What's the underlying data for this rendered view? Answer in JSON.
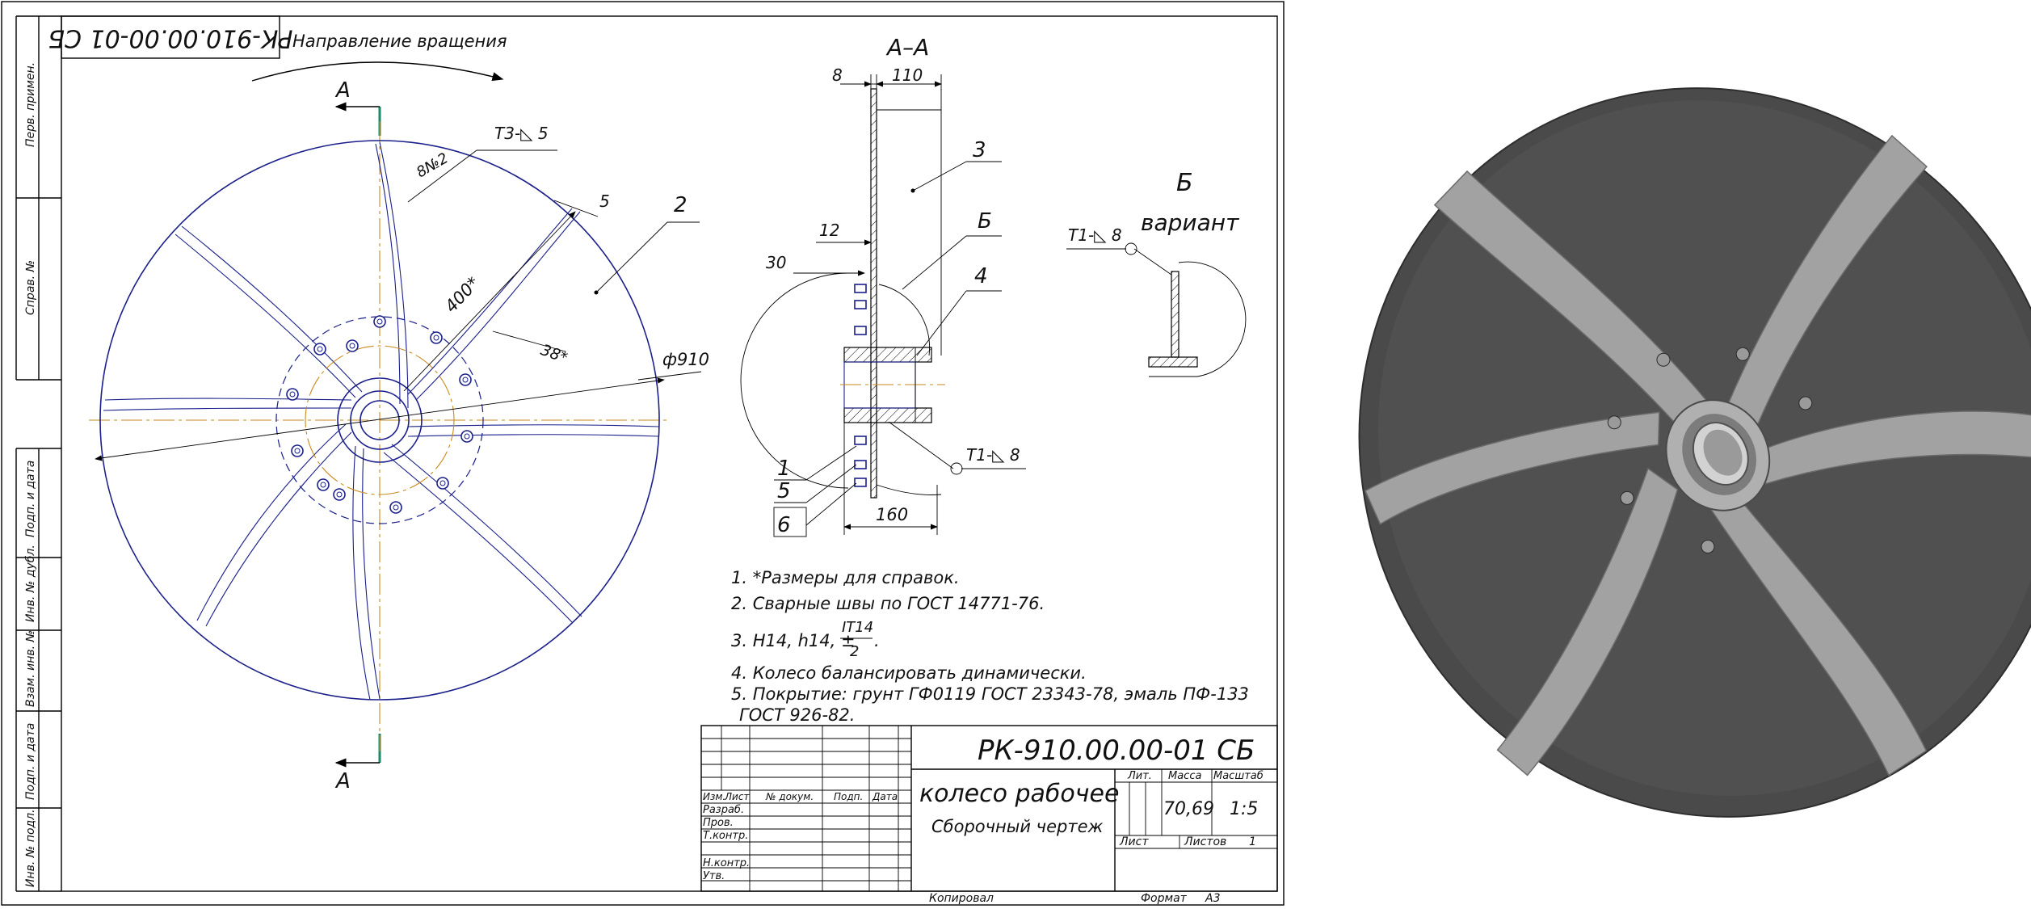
{
  "drawing": {
    "side_stamp_code": "РК-910.00.00-01 СБ",
    "rotation_label": "Направление вращения",
    "section_marker": "А",
    "section_title": "А–А",
    "detail_letter": "Б",
    "variant_label": "вариант",
    "side_strip": [
      "Перв. примен.",
      "Справ. №",
      "Подп. и дата",
      "Инв. № дубл.",
      "Взам. инв. №",
      "Подп. и дата",
      "Инв. № подл."
    ],
    "labels": {
      "weld_top": "Т3-◺ 5",
      "weld_t1": "Т1-◺ 8",
      "weld_t1_detail": "Т1-◺ 8",
      "blade_thickness": "8№2",
      "dim_5": "5",
      "dim_400": "400*",
      "dim_38": "38*",
      "dim_910": "ф910",
      "dim_8": "8",
      "dim_110": "110",
      "dim_12": "12",
      "dim_30": "30",
      "dim_160": "160",
      "pos_1": "1",
      "pos_2": "2",
      "pos_3": "3",
      "pos_4": "4",
      "pos_5": "5",
      "pos_6": "6"
    },
    "notes": [
      "1.  *Размеры для справок.",
      "2.  Сварные швы по ГОСТ 14771-76.",
      "3.  H14, h14, ±",
      "4.  Колесо балансировать динамически.",
      "5.  Покрытие: грунт ГФ0119 ГОСТ 23343-78, эмаль ПФ-133"
    ],
    "note5_cont": "ГОСТ 926-82.",
    "note3_frac_num": "IT14",
    "note3_frac_den": "2",
    "note3_dot": ".",
    "title_block": {
      "code": "РК-910.00.00-01 СБ",
      "name": "колесо рабочее",
      "doc_type": "Сборочный чертеж",
      "col_headers": [
        "Изм.",
        "Лист",
        "№ докум.",
        "Подп.",
        "Дата"
      ],
      "rows": [
        "Разраб.",
        "Пров.",
        "Т.контр.",
        "",
        "Н.контр.",
        "Утв."
      ],
      "lit_label": "Лит.",
      "mass_label": "Масса",
      "scale_label": "Масштаб",
      "mass": "70,69",
      "scale": "1:5",
      "sheet_label": "Лист",
      "sheets_label": "Листов",
      "sheets": "1",
      "copied": "Копировал",
      "format_label": "Формат",
      "format": "А3"
    }
  },
  "colors": {
    "outline": "#1a1f8a",
    "axis": "#c98a1c",
    "render_dark": "#4a4a4a",
    "render_light": "#a2a2a2"
  }
}
